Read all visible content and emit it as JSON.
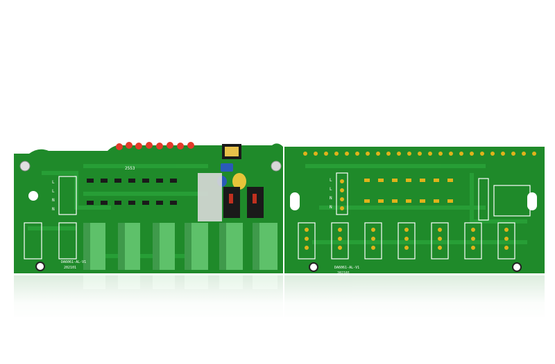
{
  "photo": {
    "subject": "printed-circuit-boards",
    "background_color": "#ffffff",
    "colors": {
      "board_green": "#1f8a2a",
      "board_green_dark": "#146c1e",
      "trace_green": "#2aa33a",
      "terminal_green": "#5ec16a",
      "terminal_dark": "#3f9a4b",
      "pad_gold": "#e0b21a",
      "silkscreen": "#ffffff",
      "led_red": "#e23a2a"
    }
  },
  "left_board": {
    "silk_top": "2553",
    "silk_model": "DA6061-AL-V1",
    "silk_date": "202101",
    "terminal_labels": [
      "L",
      "L",
      "N",
      "N"
    ]
  },
  "right_board": {
    "silk_model": "DA6061-AL-V1",
    "silk_date": "202101",
    "terminal_labels": [
      "L",
      "L",
      "N",
      "N"
    ]
  }
}
